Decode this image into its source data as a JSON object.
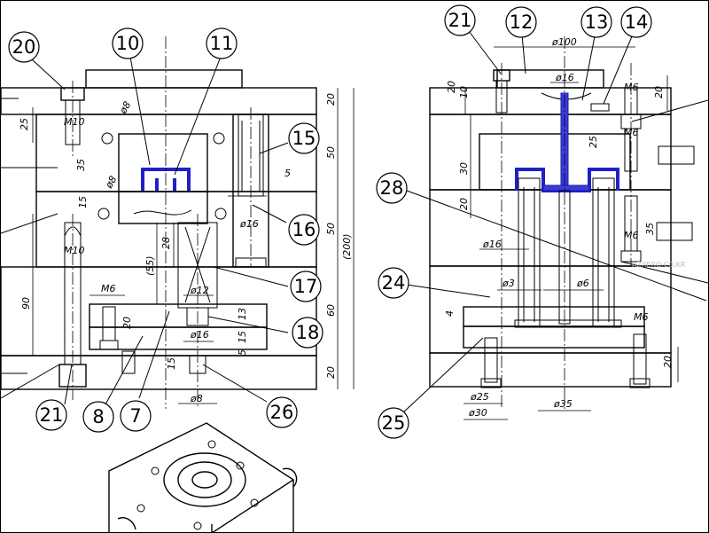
{
  "balloons_left": {
    "b20": "20",
    "b10": "10",
    "b11": "11",
    "b15": "15",
    "b16": "16",
    "b17": "17",
    "b18": "18",
    "b21": "21",
    "b8": "8",
    "b7": "7",
    "b26": "26"
  },
  "balloons_right": {
    "b21": "21",
    "b12": "12",
    "b13": "13",
    "b14": "14",
    "b28": "28",
    "b24": "24",
    "b25": "25"
  },
  "dims_left": {
    "d25": "25",
    "m10_top": "M10",
    "phi8_a": "ø8",
    "d35": "35",
    "phi8_b": "ø8",
    "d15": "15",
    "m10_b": "M10",
    "d90": "90",
    "d20_top": "20",
    "d50_a": "50",
    "d5": "5",
    "d50_b": "50",
    "d200": "(200)",
    "d60": "60",
    "d20_bot": "20",
    "phi16": "ø16",
    "d28": "28",
    "d55": "(55)",
    "phi12": "ø12",
    "d13": "13",
    "m6": "M6",
    "d20_m6": "20",
    "phi16_b": "ø16",
    "d15_b": "15",
    "d5_b": "5",
    "d15_c": "15",
    "phi8_c": "ø8"
  },
  "dims_right": {
    "phi100": "ø100",
    "d20_a": "20",
    "d10": "10",
    "phi16": "ø16",
    "m6_a": "M6",
    "d20_b": "20",
    "m6_b": "M6",
    "d25": "25",
    "d30": "30",
    "d20_c": "20",
    "m6_c": "M6",
    "d35": "35",
    "phi16_b": "ø16",
    "phi3": "ø3",
    "phi6": "ø6",
    "d4": "4",
    "m6_d": "M6",
    "d20_d": "20",
    "phi25": "ø25",
    "phi30": "ø30",
    "phi35": "ø35"
  },
  "watermark": "AZXERO.CO.KR"
}
